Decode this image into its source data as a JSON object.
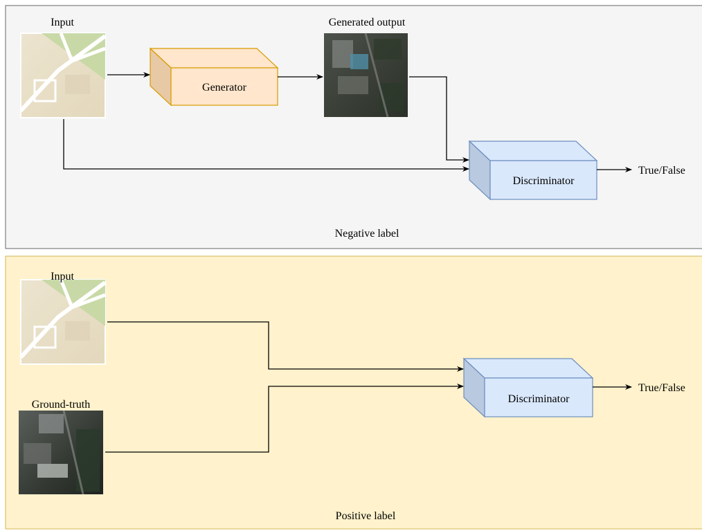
{
  "colors": {
    "negative_panel_fill": "#f5f5f5",
    "negative_panel_border": "#666666",
    "positive_panel_fill": "#fff2cc",
    "positive_panel_border": "#d6b656",
    "generator_fill": "#ffe6cc",
    "generator_border": "#d79b00",
    "discriminator_fill": "#dae8fc",
    "discriminator_border": "#6c8ebf",
    "arrow": "#000000"
  },
  "negative_panel": {
    "caption": "Negative label",
    "input_label": "Input",
    "generated_label": "Generated output",
    "generator_label": "Generator",
    "discriminator_label": "Discriminator",
    "output_label": "True/False"
  },
  "positive_panel": {
    "caption": "Positive label",
    "input_label": "Input",
    "ground_truth_label": "Ground-truth",
    "discriminator_label": "Discriminator",
    "output_label": "True/False"
  }
}
